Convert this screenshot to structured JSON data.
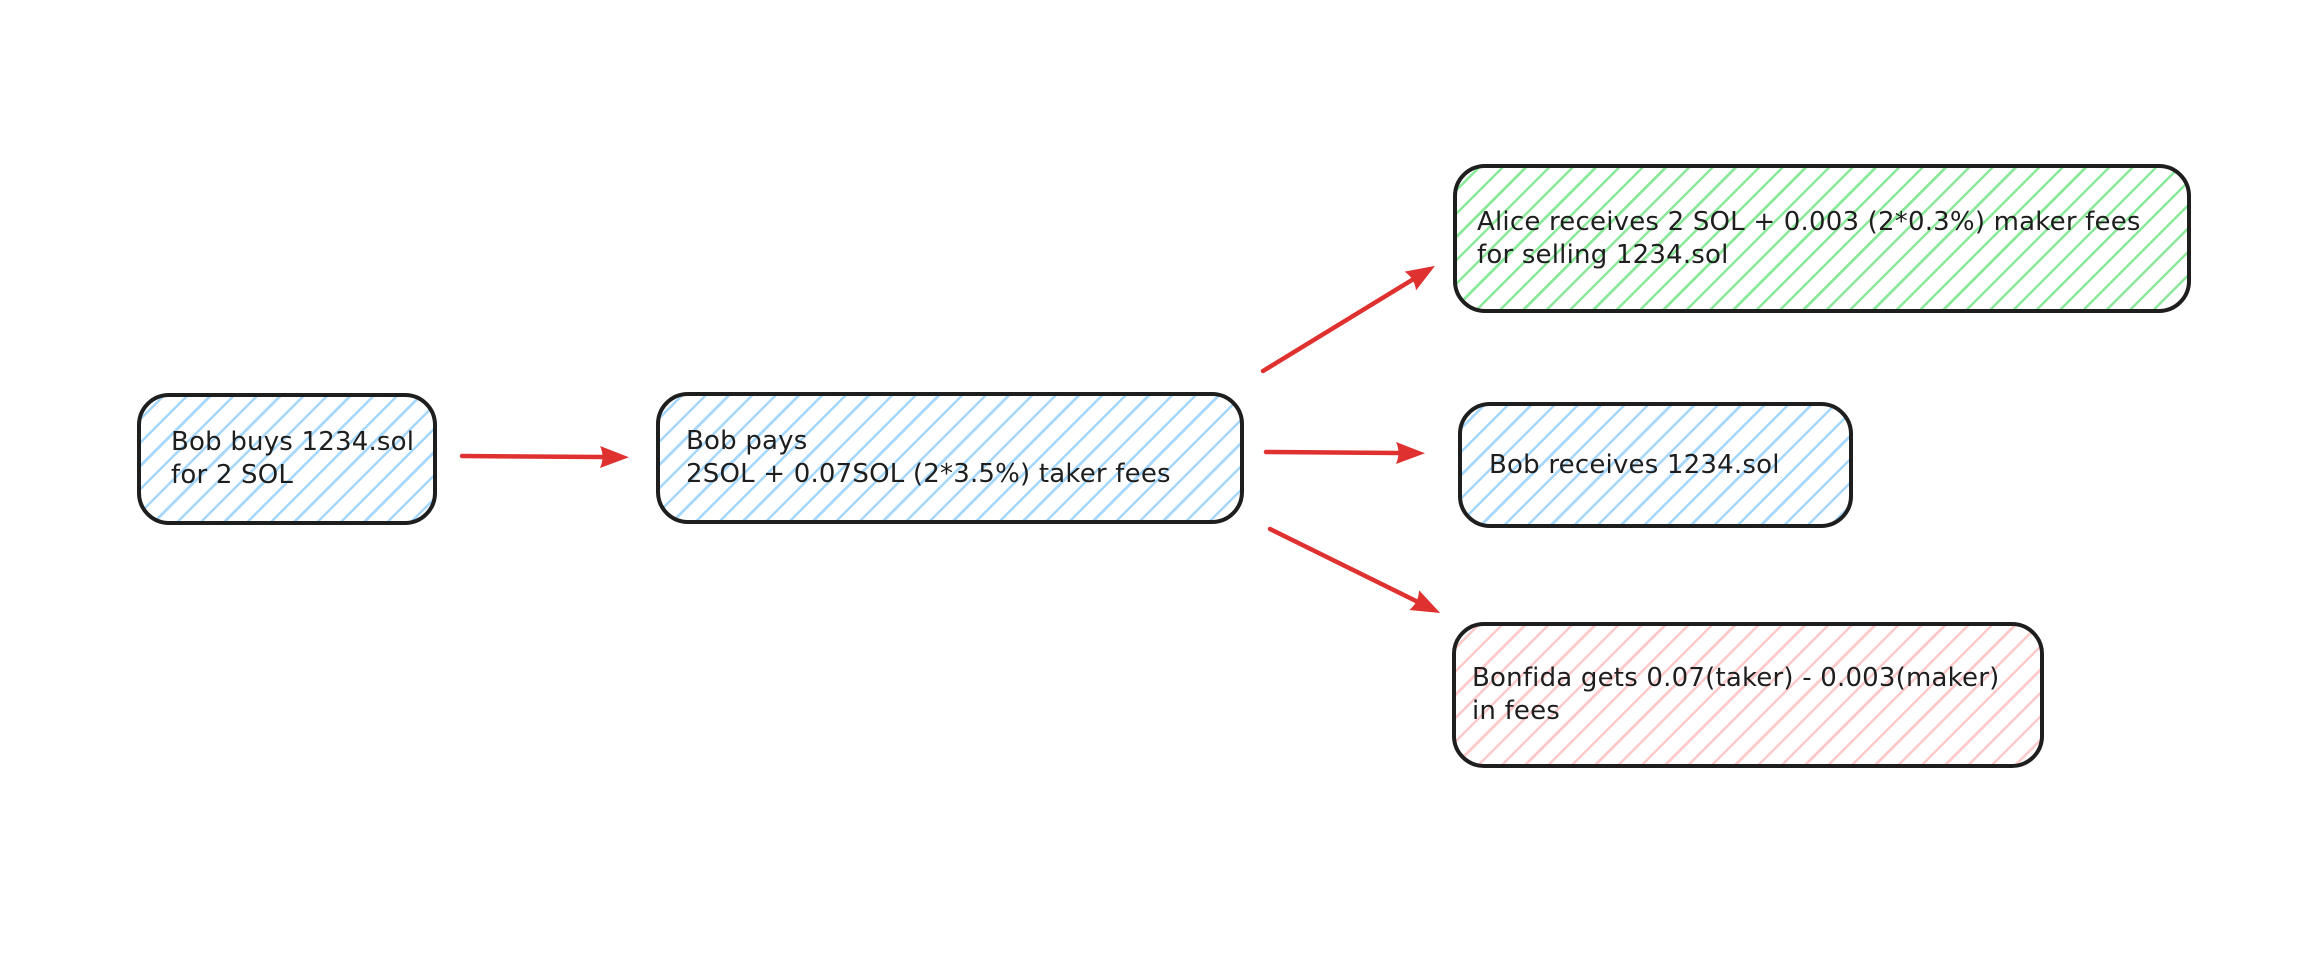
{
  "diagram": {
    "canvas_background": "#ffffff",
    "stroke_color": "#1e1e1e",
    "arrow_color": "#e03131",
    "fill_style": "hachure",
    "nodes": [
      {
        "id": "bob-buys",
        "text": "Bob buys 1234.sol\nfor 2 SOL",
        "fill_color": "#a5d8ff"
      },
      {
        "id": "bob-pays",
        "text": "Bob pays\n2SOL + 0.07SOL (2*3.5%) taker fees",
        "fill_color": "#a5d8ff"
      },
      {
        "id": "alice-receives",
        "text": "Alice receives 2 SOL + 0.003 (2*0.3%) maker fees\nfor selling 1234.sol",
        "fill_color": "#8ce99a"
      },
      {
        "id": "bob-receives",
        "text": "Bob receives 1234.sol",
        "fill_color": "#a5d8ff"
      },
      {
        "id": "bonfida-fees",
        "text": "Bonfida gets 0.07(taker) - 0.003(maker)\nin fees",
        "fill_color": "#ffc9c9"
      }
    ],
    "arrows": [
      {
        "from": "bob-buys",
        "to": "bob-pays"
      },
      {
        "from": "bob-pays",
        "to": "alice-receives"
      },
      {
        "from": "bob-pays",
        "to": "bob-receives"
      },
      {
        "from": "bob-pays",
        "to": "bonfida-fees"
      }
    ]
  }
}
